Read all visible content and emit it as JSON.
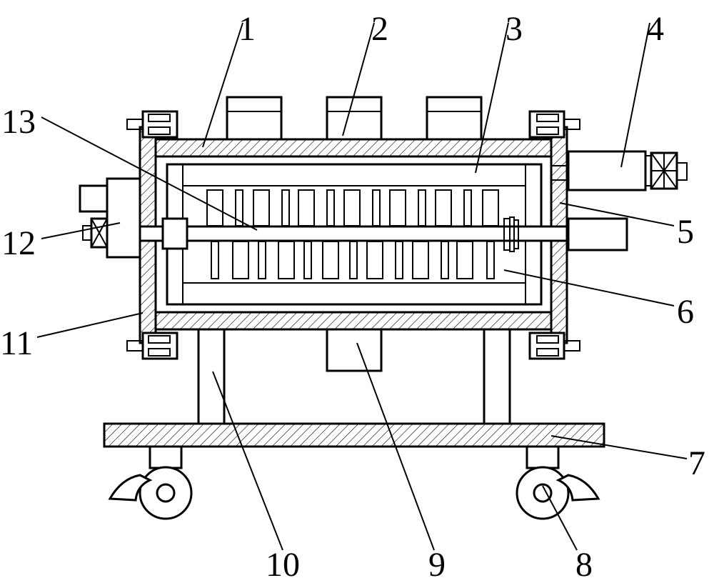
{
  "diagram": {
    "callouts": [
      {
        "id": "1",
        "text": "1"
      },
      {
        "id": "2",
        "text": "2"
      },
      {
        "id": "3",
        "text": "3"
      },
      {
        "id": "4",
        "text": "4"
      },
      {
        "id": "5",
        "text": "5"
      },
      {
        "id": "6",
        "text": "6"
      },
      {
        "id": "7",
        "text": "7"
      },
      {
        "id": "8",
        "text": "8"
      },
      {
        "id": "9",
        "text": "9"
      },
      {
        "id": "10",
        "text": "10"
      },
      {
        "id": "11",
        "text": "11"
      },
      {
        "id": "12",
        "text": "12"
      },
      {
        "id": "13",
        "text": "13"
      }
    ]
  }
}
